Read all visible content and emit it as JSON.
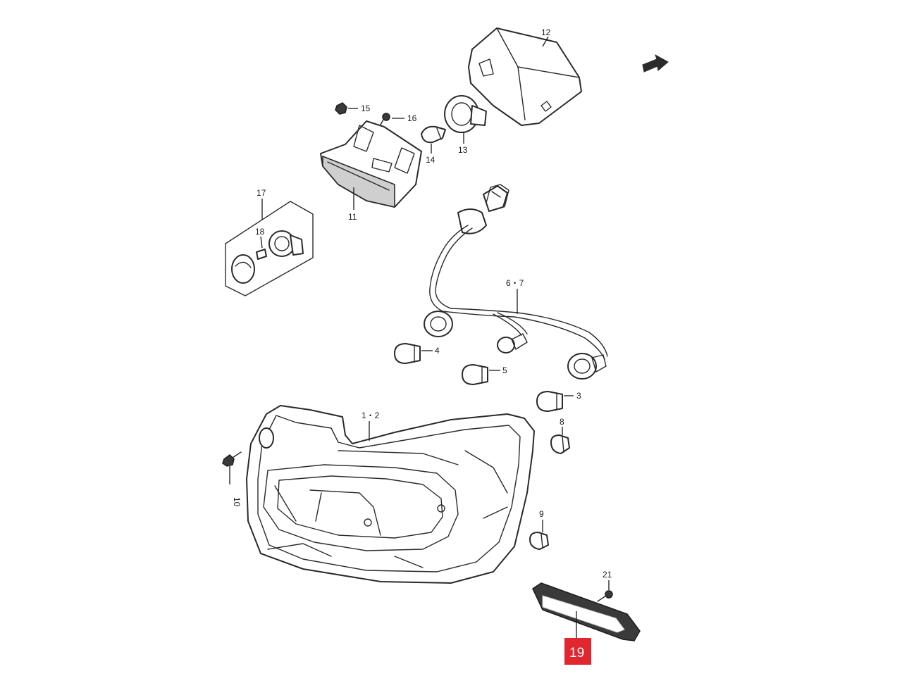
{
  "callouts": {
    "c12": "12",
    "c15": "15",
    "c16": "16",
    "c14": "14",
    "c13": "13",
    "c17": "17",
    "c18": "18",
    "c11": "11",
    "c6_7": "6・7",
    "c4": "4",
    "c5": "5",
    "c3": "3",
    "c1_2": "1・2",
    "c8": "8",
    "c10": "10",
    "c9": "9",
    "c21": "21"
  },
  "highlighted_part": {
    "label": "19",
    "color": "#e0262f"
  },
  "icons": {
    "direction": "front-direction-arrow-icon"
  }
}
